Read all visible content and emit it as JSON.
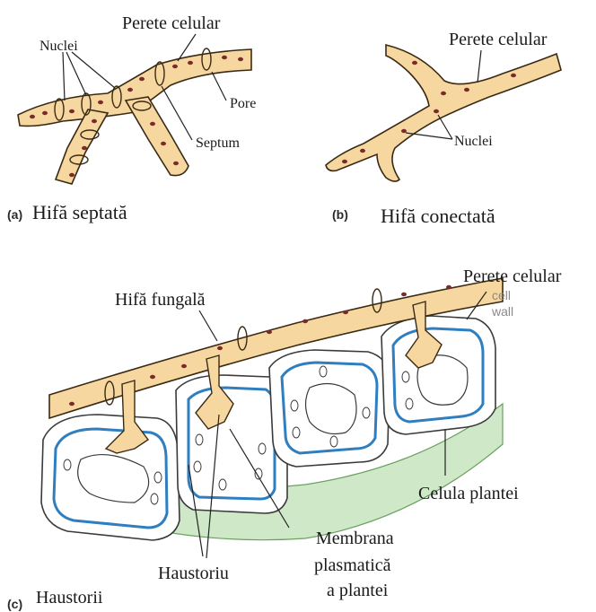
{
  "colors": {
    "hypha_fill": "#f7d7a0",
    "hypha_stroke": "#3a2a14",
    "nucleus": "#7a2a2a",
    "membrane": "#2f7fc0",
    "plant_base": "#cfe8c8",
    "cell_wall": "#ffffff"
  },
  "panel_a": {
    "letter": "(a)",
    "title": "Hifă septată",
    "labels": {
      "nuclei": "Nuclei",
      "cell_wall": "Perete celular",
      "pore": "Pore",
      "septum": "Septum"
    }
  },
  "panel_b": {
    "letter": "(b)",
    "title": "Hifă conectată",
    "labels": {
      "cell_wall": "Perete celular",
      "nuclei": "Nuclei"
    }
  },
  "panel_c": {
    "letter": "(c)",
    "title": "Haustorii",
    "labels": {
      "hypha": "Hifă fungală",
      "cell_wall": "Perete celular",
      "original_cell": "cell",
      "original_wall": "wall",
      "plant_cell": "Celula plantei",
      "haustorium": "Haustoriu",
      "membrane_1": "Membrana",
      "membrane_2": "plasmatică",
      "membrane_3": "a plantei"
    }
  }
}
